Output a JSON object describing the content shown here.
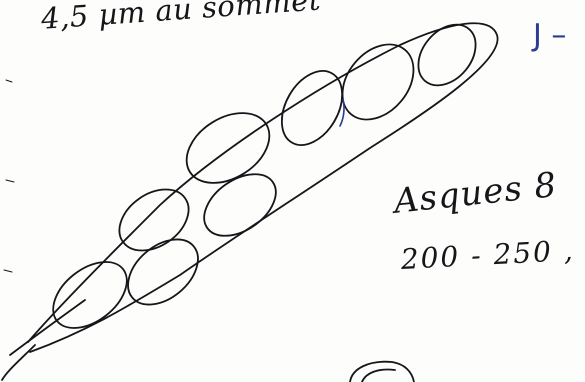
{
  "annotations": {
    "top_note": "4,5 µm au sommet",
    "right_mark": "J –",
    "asques": "Asques 8",
    "size_range": "200 - 250 ,"
  },
  "colors": {
    "paper": "#fdfdfc",
    "ink": "#15151a",
    "blue_ink": "#2b3d8f"
  },
  "drawing": {
    "subject": "ascus with 8 spores",
    "spore_count": 8
  }
}
